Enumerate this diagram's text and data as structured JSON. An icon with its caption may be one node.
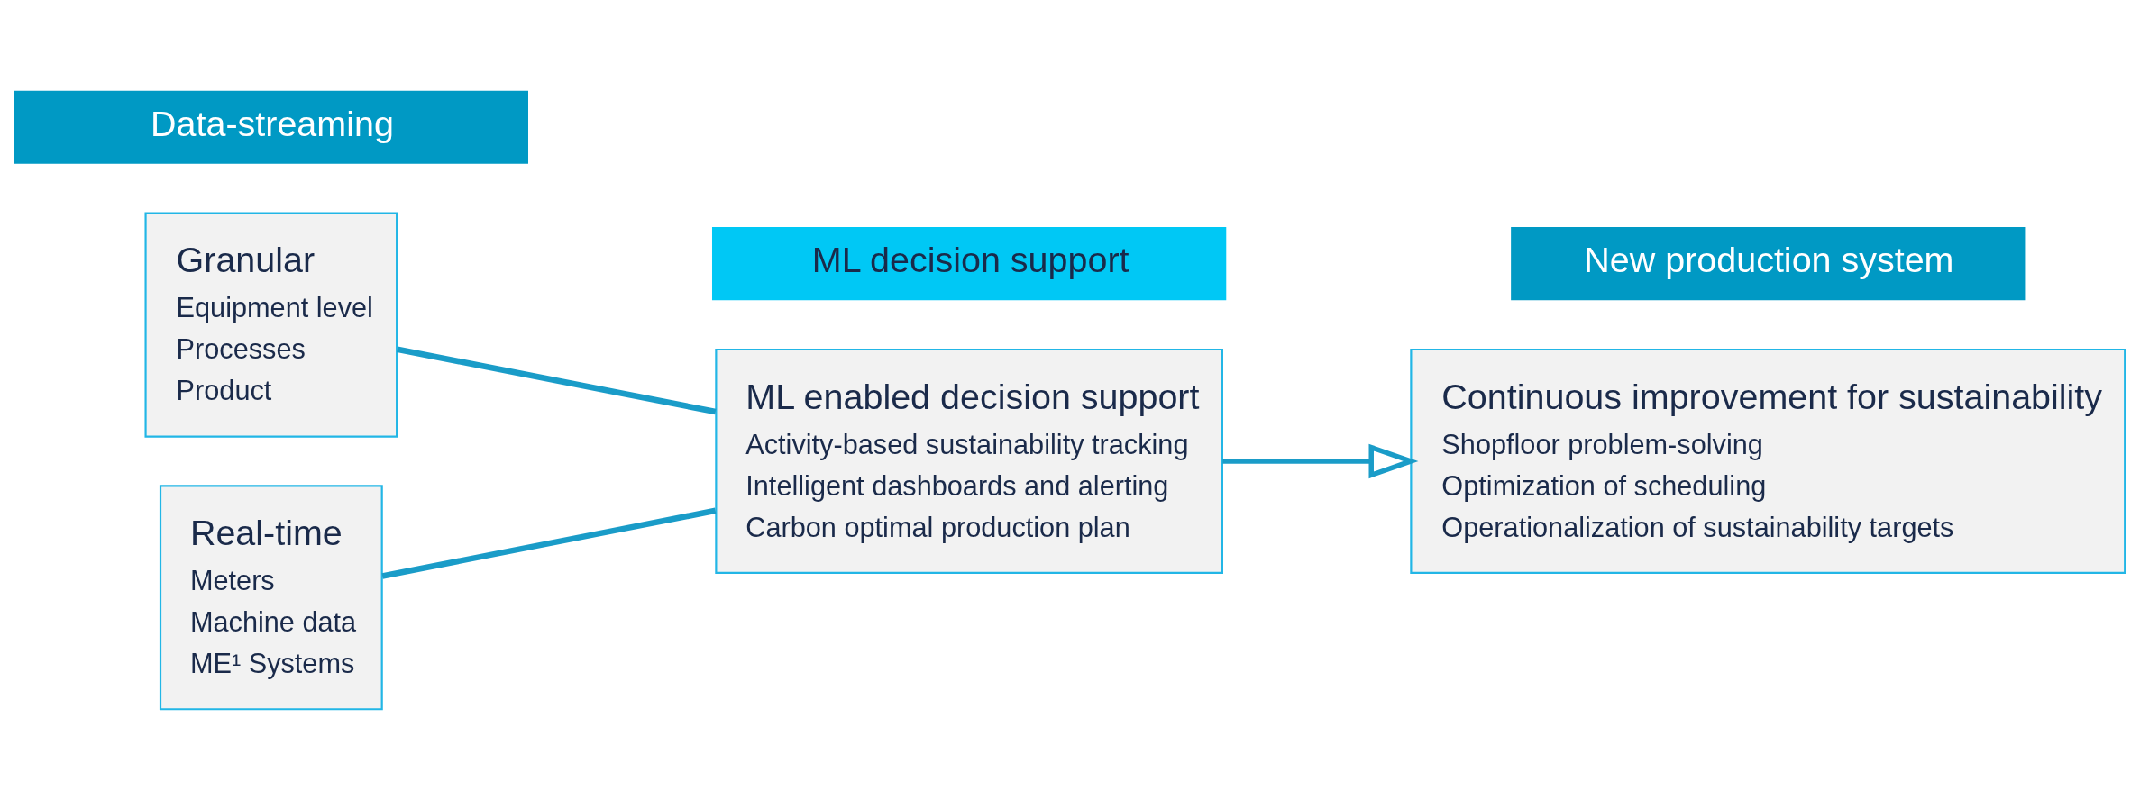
{
  "diagram": {
    "nodes": [
      {
        "text": [
          "Data-streaming"
        ]
      },
      {
        "text": [
          "ML decision support"
        ]
      },
      {
        "text": [
          "New production system"
        ]
      },
      {
        "text": [
          "Granular",
          "Equipment level",
          "Processes",
          "Product"
        ]
      },
      {
        "text": [
          "Real-time",
          "Meters",
          "Machine data",
          "ME¹ Systems"
        ]
      },
      {
        "text": [
          "ML enabled decision support",
          "Activity-based sustainability tracking",
          "Intelligent dashboards and alerting",
          "Carbon optimal production plan"
        ]
      },
      {
        "text": [
          "Continuous improvement for sustainability",
          "Shopfloor problem-solving",
          "Optimization of scheduling",
          "Operationalization of sustainability targets"
        ]
      }
    ],
    "edges": [
      {
        "from": 3,
        "to": 5,
        "arrow": "none"
      },
      {
        "from": 4,
        "to": 5,
        "arrow": "none"
      },
      {
        "from": 5,
        "to": 6,
        "arrow": "to"
      }
    ]
  }
}
